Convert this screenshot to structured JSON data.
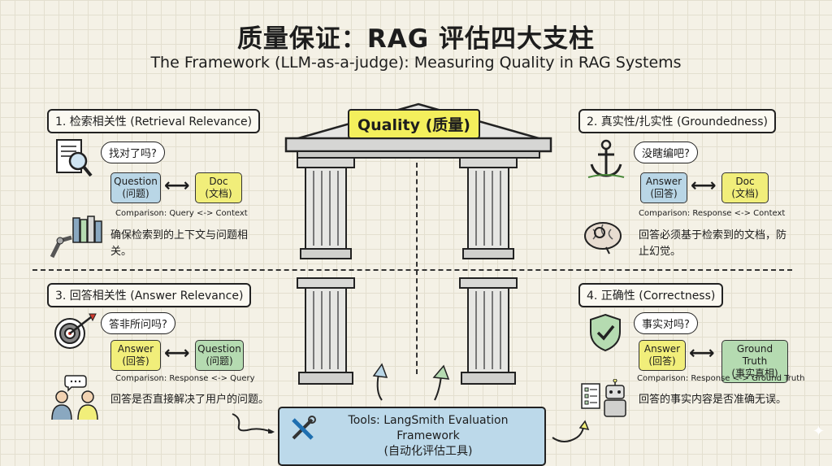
{
  "title": "质量保证：RAG 评估四大支柱",
  "subtitle": "The Framework (LLM-as-a-judge): Measuring Quality in RAG Systems",
  "center": {
    "quality": "Quality (质量)"
  },
  "tools": {
    "line1": "Tools: LangSmith Evaluation Framework",
    "line2": "(自动化评估工具)"
  },
  "sections": {
    "s1": {
      "title": "1. 检索相关性 (Retrieval Relevance)",
      "bubble": "找对了吗?",
      "left_box": "Question\n(问题)",
      "right_box": "Doc\n(文档)",
      "comparison": "Comparison: Query <-> Context",
      "description": "确保检索到的上下文与问题相关。"
    },
    "s2": {
      "title": "2. 真实性/扎实性 (Groundedness)",
      "bubble": "没瞎编吧?",
      "left_box": "Answer\n(回答)",
      "right_box": "Doc\n(文档)",
      "comparison": "Comparison: Response <-> Context",
      "description": "回答必须基于检索到的文档，防止幻觉。"
    },
    "s3": {
      "title": "3. 回答相关性 (Answer Relevance)",
      "bubble": "答非所问吗?",
      "left_box": "Answer\n(回答)",
      "right_box": "Question\n(问题)",
      "comparison": "Comparison: Response <-> Query",
      "description": "回答是否直接解决了用户的问题。"
    },
    "s4": {
      "title": "4. 正确性 (Correctness)",
      "bubble": "事实对吗?",
      "left_box": "Answer\n(回答)",
      "right_box": "Ground Truth\n(事实真相)",
      "comparison": "Comparison: Response <-> Ground Truth",
      "description": "回答的事实内容是否准确无误。"
    }
  },
  "colors": {
    "yellow": "#f1ee7a",
    "blue": "#b9d6e6",
    "green": "#b5dbb1",
    "quality": "#f3ef5c"
  }
}
